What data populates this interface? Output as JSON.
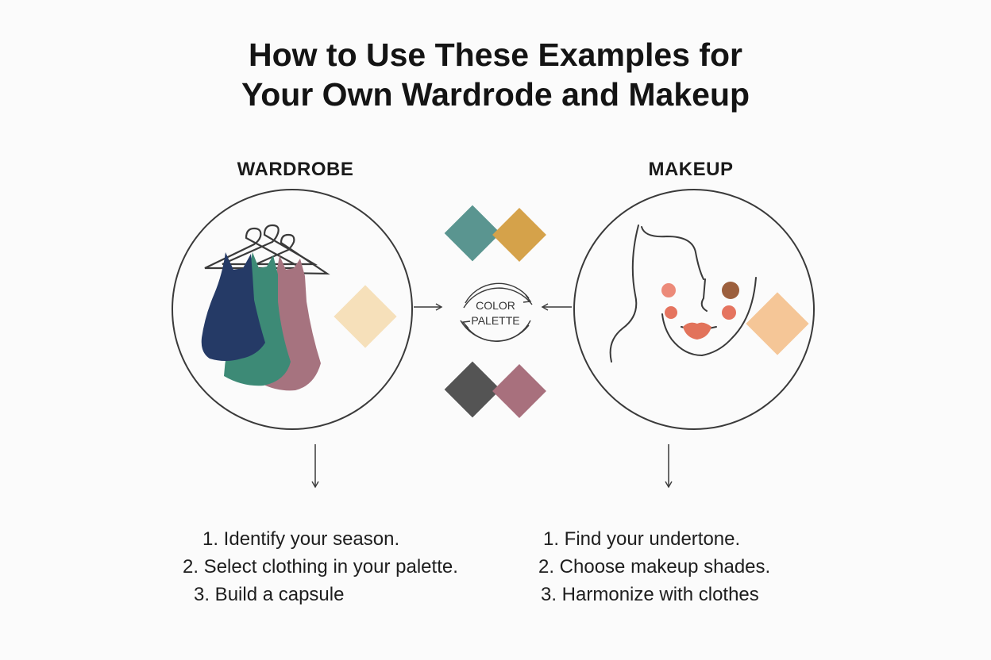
{
  "title": {
    "line1": "How to Use These Examples for",
    "line2": "Your Own Wardrode and Makeup"
  },
  "wardrobe": {
    "label": "WARDROBE",
    "steps": [
      "1. Identify your season.",
      "2. Select clothing in your palette.",
      "3. Build a capsule"
    ]
  },
  "makeup": {
    "label": "MAKEUP",
    "steps": [
      "1. Find your undertone.",
      "2. Choose makeup shades.",
      "3. Harmonize with clothes"
    ]
  },
  "palette": {
    "line1": "COLOR",
    "line2": "PALETTE"
  },
  "colors": {
    "navy": "#253a66",
    "teal_dress": "#3d8a76",
    "mauve_dress": "#a6737f",
    "beige": "#f6e0ba",
    "teal_swatch": "#5a9590",
    "mustard_swatch": "#d5a24a",
    "charcoal_swatch": "#545454",
    "rose_swatch": "#a8707d",
    "peach": "#f5c697",
    "blush": "#ec8a79",
    "bronzer": "#9c5f3d",
    "lips": "#e2735b",
    "line": "#3a3a3a"
  }
}
